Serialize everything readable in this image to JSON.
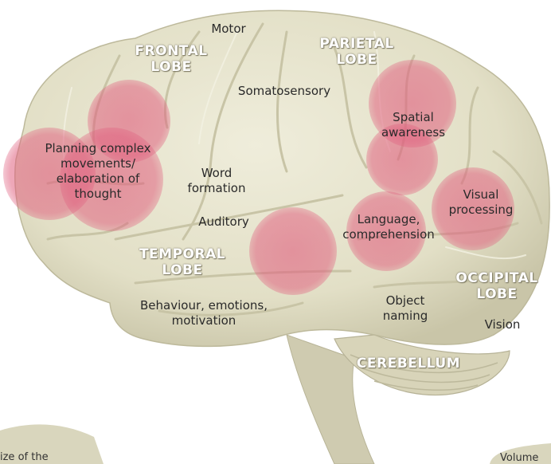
{
  "lobes": {
    "frontal": [
      "FRONTAL",
      "LOBE"
    ],
    "parietal": [
      "PARIETAL",
      "LOBE"
    ],
    "temporal": [
      "TEMPORAL",
      "LOBE"
    ],
    "occipital": [
      "OCCIPITAL",
      "LOBE"
    ],
    "cerebellum": "CEREBELLUM"
  },
  "functions": {
    "motor": "Motor",
    "somatosensory": "Somatosensory",
    "spatial": [
      "Spatial",
      "awareness"
    ],
    "planning": [
      "Planning complex",
      "movements/",
      "elaboration of",
      "thought"
    ],
    "word_formation": [
      "Word",
      "formation"
    ],
    "auditory": "Auditory",
    "language": [
      "Language,",
      "comprehension"
    ],
    "visual": [
      "Visual",
      "processing"
    ],
    "behaviour": [
      "Behaviour, emotions,",
      "motivation"
    ],
    "object_naming": [
      "Object",
      "naming"
    ],
    "vision": "Vision"
  },
  "footer": {
    "left": "ize of the",
    "right": "Volume"
  },
  "colors": {
    "brain": "#e4e2cb",
    "highlight": "#e0607f"
  }
}
